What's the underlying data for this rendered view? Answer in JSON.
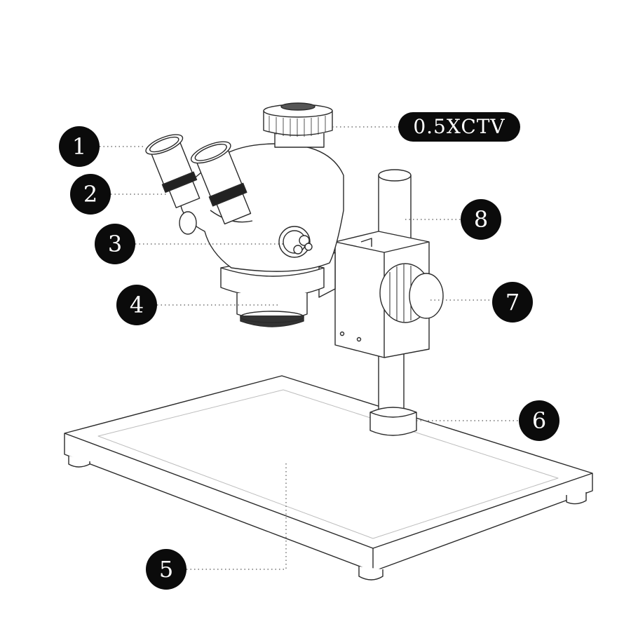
{
  "callouts": {
    "c1": "1",
    "c2": "2",
    "c3": "3",
    "c4": "4",
    "c5": "5",
    "c6": "6",
    "c7": "7",
    "c8": "8"
  },
  "ctv_label": "0.5XCTV",
  "colors": {
    "badge_bg": "#0b0b0b",
    "badge_text": "#ffffff",
    "outline": "#2a2a2a",
    "leader": "#555555"
  }
}
